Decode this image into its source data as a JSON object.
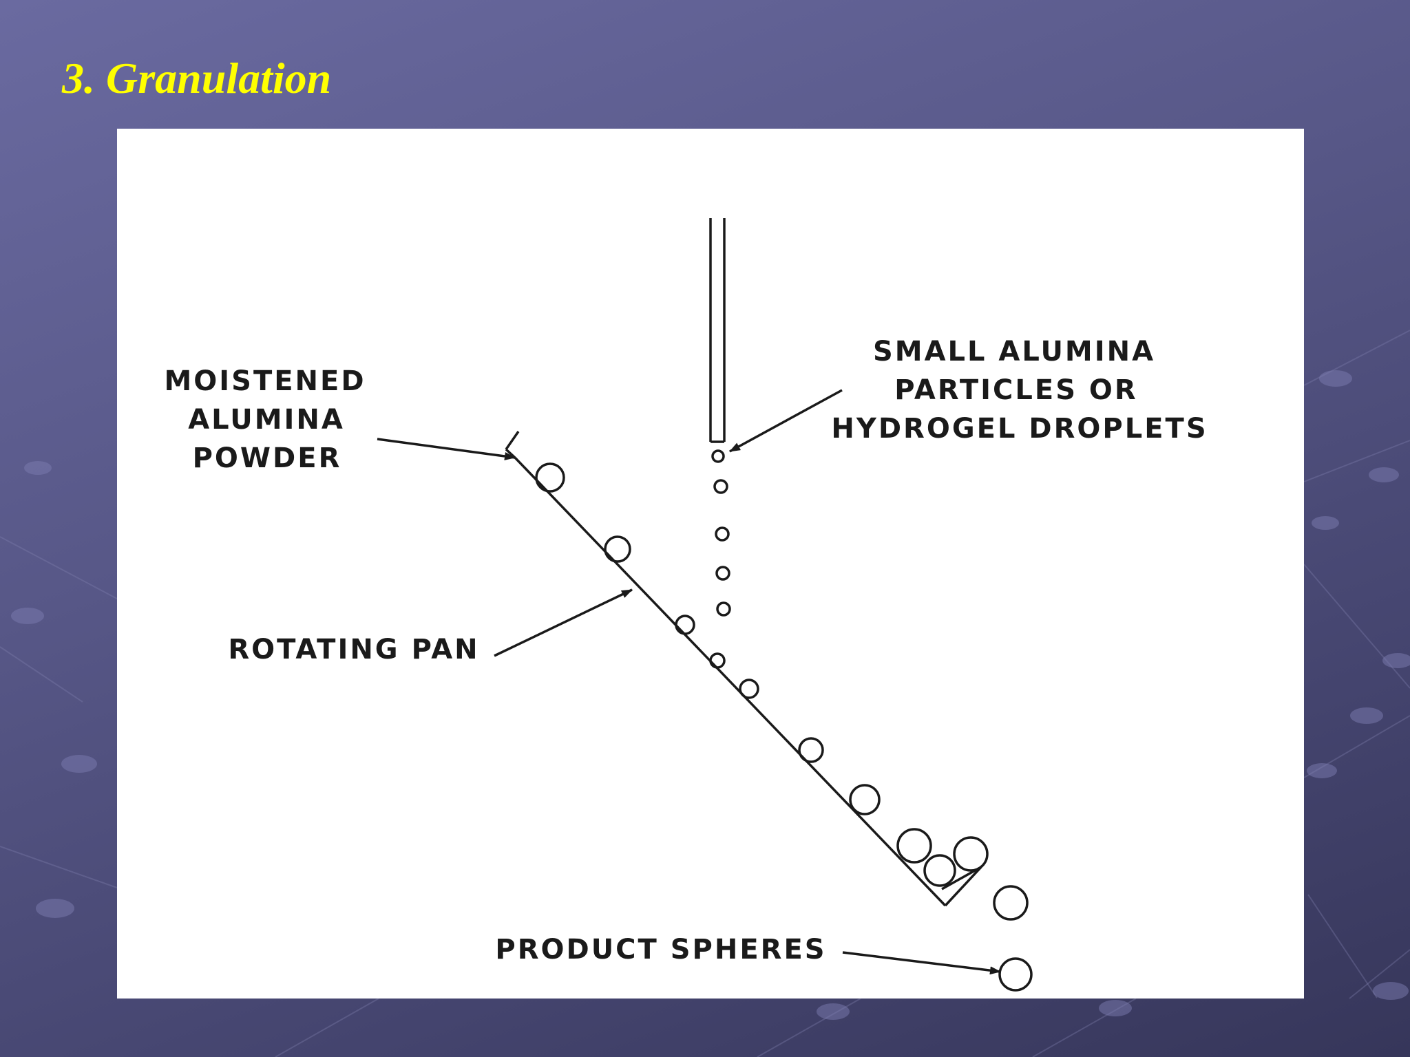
{
  "slide": {
    "title": "3. Granulation"
  },
  "diagram": {
    "labels": {
      "moistened_powder": [
        "MOISTENED",
        "ALUMINA",
        "POWDER"
      ],
      "feed": [
        "SMALL ALUMINA",
        "PARTICLES OR",
        "HYDROGEL DROPLETS"
      ],
      "rotating_pan": "ROTATING PAN",
      "product": "PRODUCT SPHERES"
    },
    "colors": {
      "background": "#575787",
      "title": "#ffff00",
      "panel": "#ffffff",
      "ink": "#1a1a1a"
    }
  }
}
